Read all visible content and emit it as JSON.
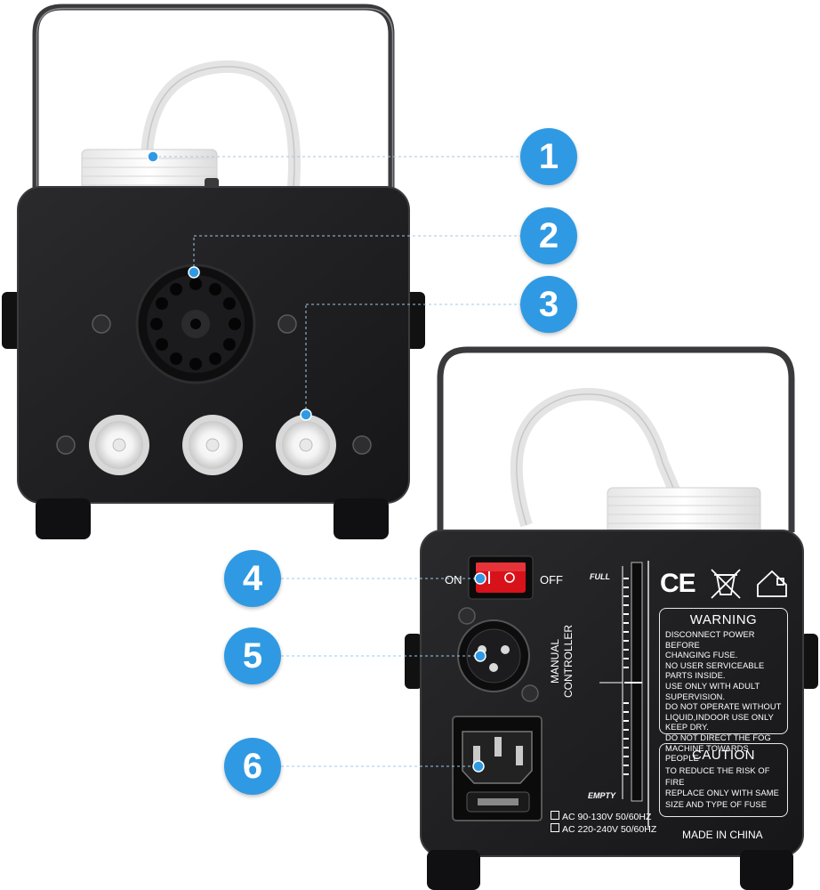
{
  "callouts": [
    "1",
    "2",
    "3",
    "4",
    "5",
    "6"
  ],
  "rear_panel": {
    "switch_on": "ON",
    "switch_off": "OFF",
    "gauge_full": "FULL",
    "gauge_empty": "EMPTY",
    "manual_controller": [
      "MANUAL",
      "CONTROLLER"
    ],
    "ce_mark": "CE",
    "warning": {
      "title": "WARNING",
      "lines": [
        "DISCONNECT POWER BEFORE",
        "CHANGING FUSE.",
        "NO USER SERVICEABLE",
        "PARTS INSIDE.",
        "USE ONLY  WITH  ADULT",
        "SUPERVISION.",
        "DO NOT OPERATE WITHOUT",
        "LIQUID,INDOOR  USE ONLY",
        "KEEP DRY.",
        "DO NOT DIRECT THE FOG",
        "MACHINE TOWARDS PEOPLE"
      ]
    },
    "caution": {
      "title": "CAUTION",
      "lines": [
        "TO REDUCE THE RISK OF",
        "FIRE",
        "REPLACE ONLY WITH  SAME",
        "SIZE AND TYPE OF FUSE"
      ]
    },
    "voltage_options": [
      "AC 90-130V 50/60HZ",
      "AC 220-240V 50/60HZ"
    ],
    "made_in": "MADE IN CHINA"
  },
  "colors": {
    "callout": "#2f9ae3",
    "body": "#1f1f21",
    "switch": "#d8121b",
    "leader_line": "#9cc8e8"
  }
}
